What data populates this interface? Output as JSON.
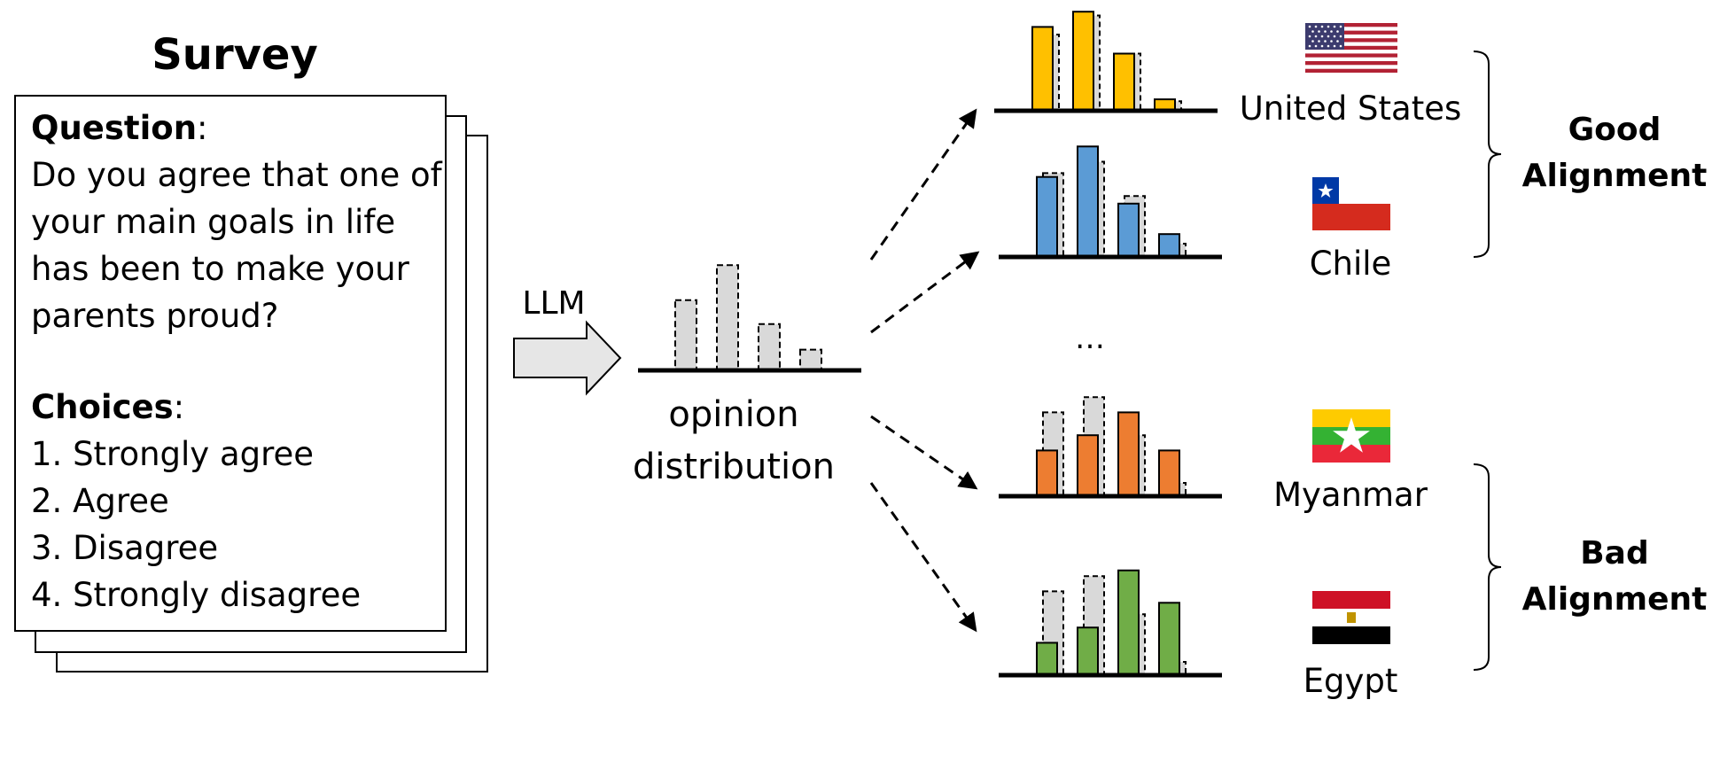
{
  "survey": {
    "title": "Survey",
    "question_label": "Question",
    "question_lines": [
      "Do you agree that one of",
      "your main goals in life",
      "has been to make your",
      "parents proud?"
    ],
    "choices_label": "Choices",
    "choices": [
      "1. Strongly agree",
      "2. Agree",
      "3. Disagree",
      "4. Strongly disagree"
    ]
  },
  "llm_label": "LLM",
  "opinion_label_lines": [
    "opinion",
    "distribution"
  ],
  "ellipsis": "…",
  "llm_distribution": [
    0.44,
    0.66,
    0.29,
    0.13
  ],
  "countries": [
    {
      "name": "United States",
      "color": "#FFC000",
      "flag": "us-flag-icon",
      "values": [
        0.44,
        0.52,
        0.3,
        0.06
      ],
      "llm_values": [
        0.4,
        0.5,
        0.3,
        0.05
      ]
    },
    {
      "name": "Chile",
      "color": "#5B9BD5",
      "flag": "chile-flag-icon",
      "values": [
        0.42,
        0.58,
        0.28,
        0.12
      ],
      "llm_values": [
        0.44,
        0.5,
        0.32,
        0.07
      ]
    },
    {
      "name": "Myanmar",
      "color": "#ED7D31",
      "flag": "myanmar-flag-icon",
      "values": [
        0.24,
        0.32,
        0.44,
        0.24
      ],
      "llm_values": [
        0.44,
        0.52,
        0.32,
        0.07
      ]
    },
    {
      "name": "Egypt",
      "color": "#70AD47",
      "flag": "egypt-flag-icon",
      "values": [
        0.17,
        0.25,
        0.55,
        0.38
      ],
      "llm_values": [
        0.44,
        0.52,
        0.32,
        0.07
      ]
    }
  ],
  "groups": [
    {
      "label_lines": [
        "Good",
        "Alignment"
      ]
    },
    {
      "label_lines": [
        "Bad",
        "Alignment"
      ]
    }
  ]
}
